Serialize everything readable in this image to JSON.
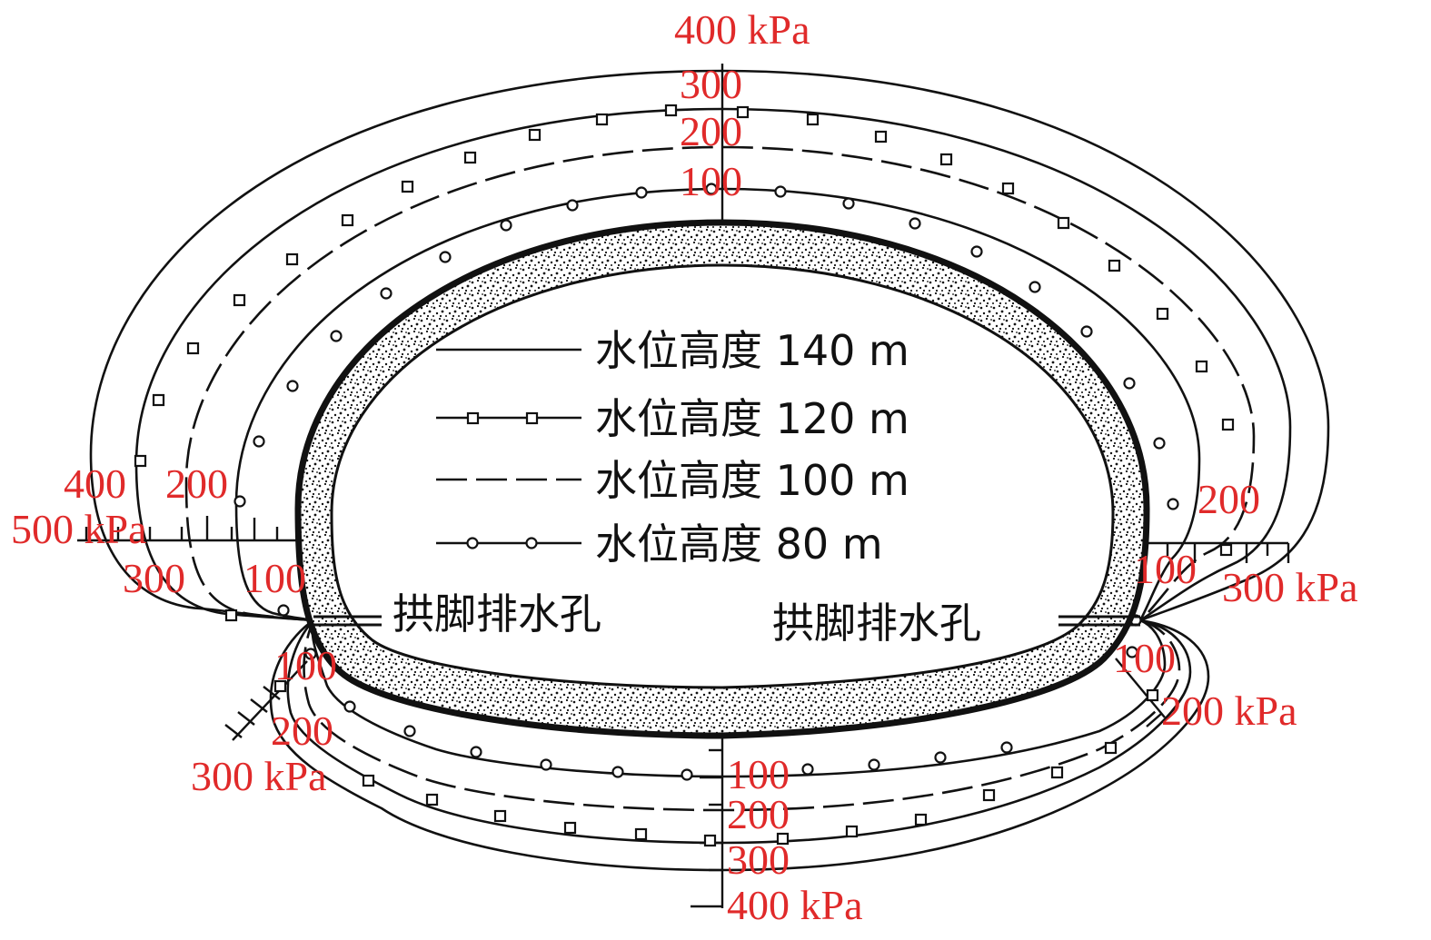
{
  "colors": {
    "label": "#e02a2a",
    "line": "#111111",
    "lining": "#111111"
  },
  "legend": {
    "items": [
      {
        "label": "水位高度 140 m",
        "marker": "none"
      },
      {
        "label": "水位高度 120 m",
        "marker": "square"
      },
      {
        "label": "水位高度 100 m",
        "marker": "dash"
      },
      {
        "label": "水位高度 80 m",
        "marker": "circle"
      }
    ]
  },
  "drain_hole": {
    "left_label": "拱脚排水孔",
    "right_label": "拱脚排水孔"
  },
  "labels": {
    "top": [
      "400 kPa",
      "300",
      "200",
      "100"
    ],
    "left": [
      "400",
      "200",
      "500 kPa",
      "300",
      "100"
    ],
    "right": [
      "200",
      "100",
      "300 kPa"
    ],
    "lower_left": [
      "100",
      "200",
      "300 kPa"
    ],
    "lower_right": [
      "100",
      "200  kPa"
    ],
    "bottom": [
      "100",
      "200",
      "300",
      "400 kPa"
    ]
  }
}
